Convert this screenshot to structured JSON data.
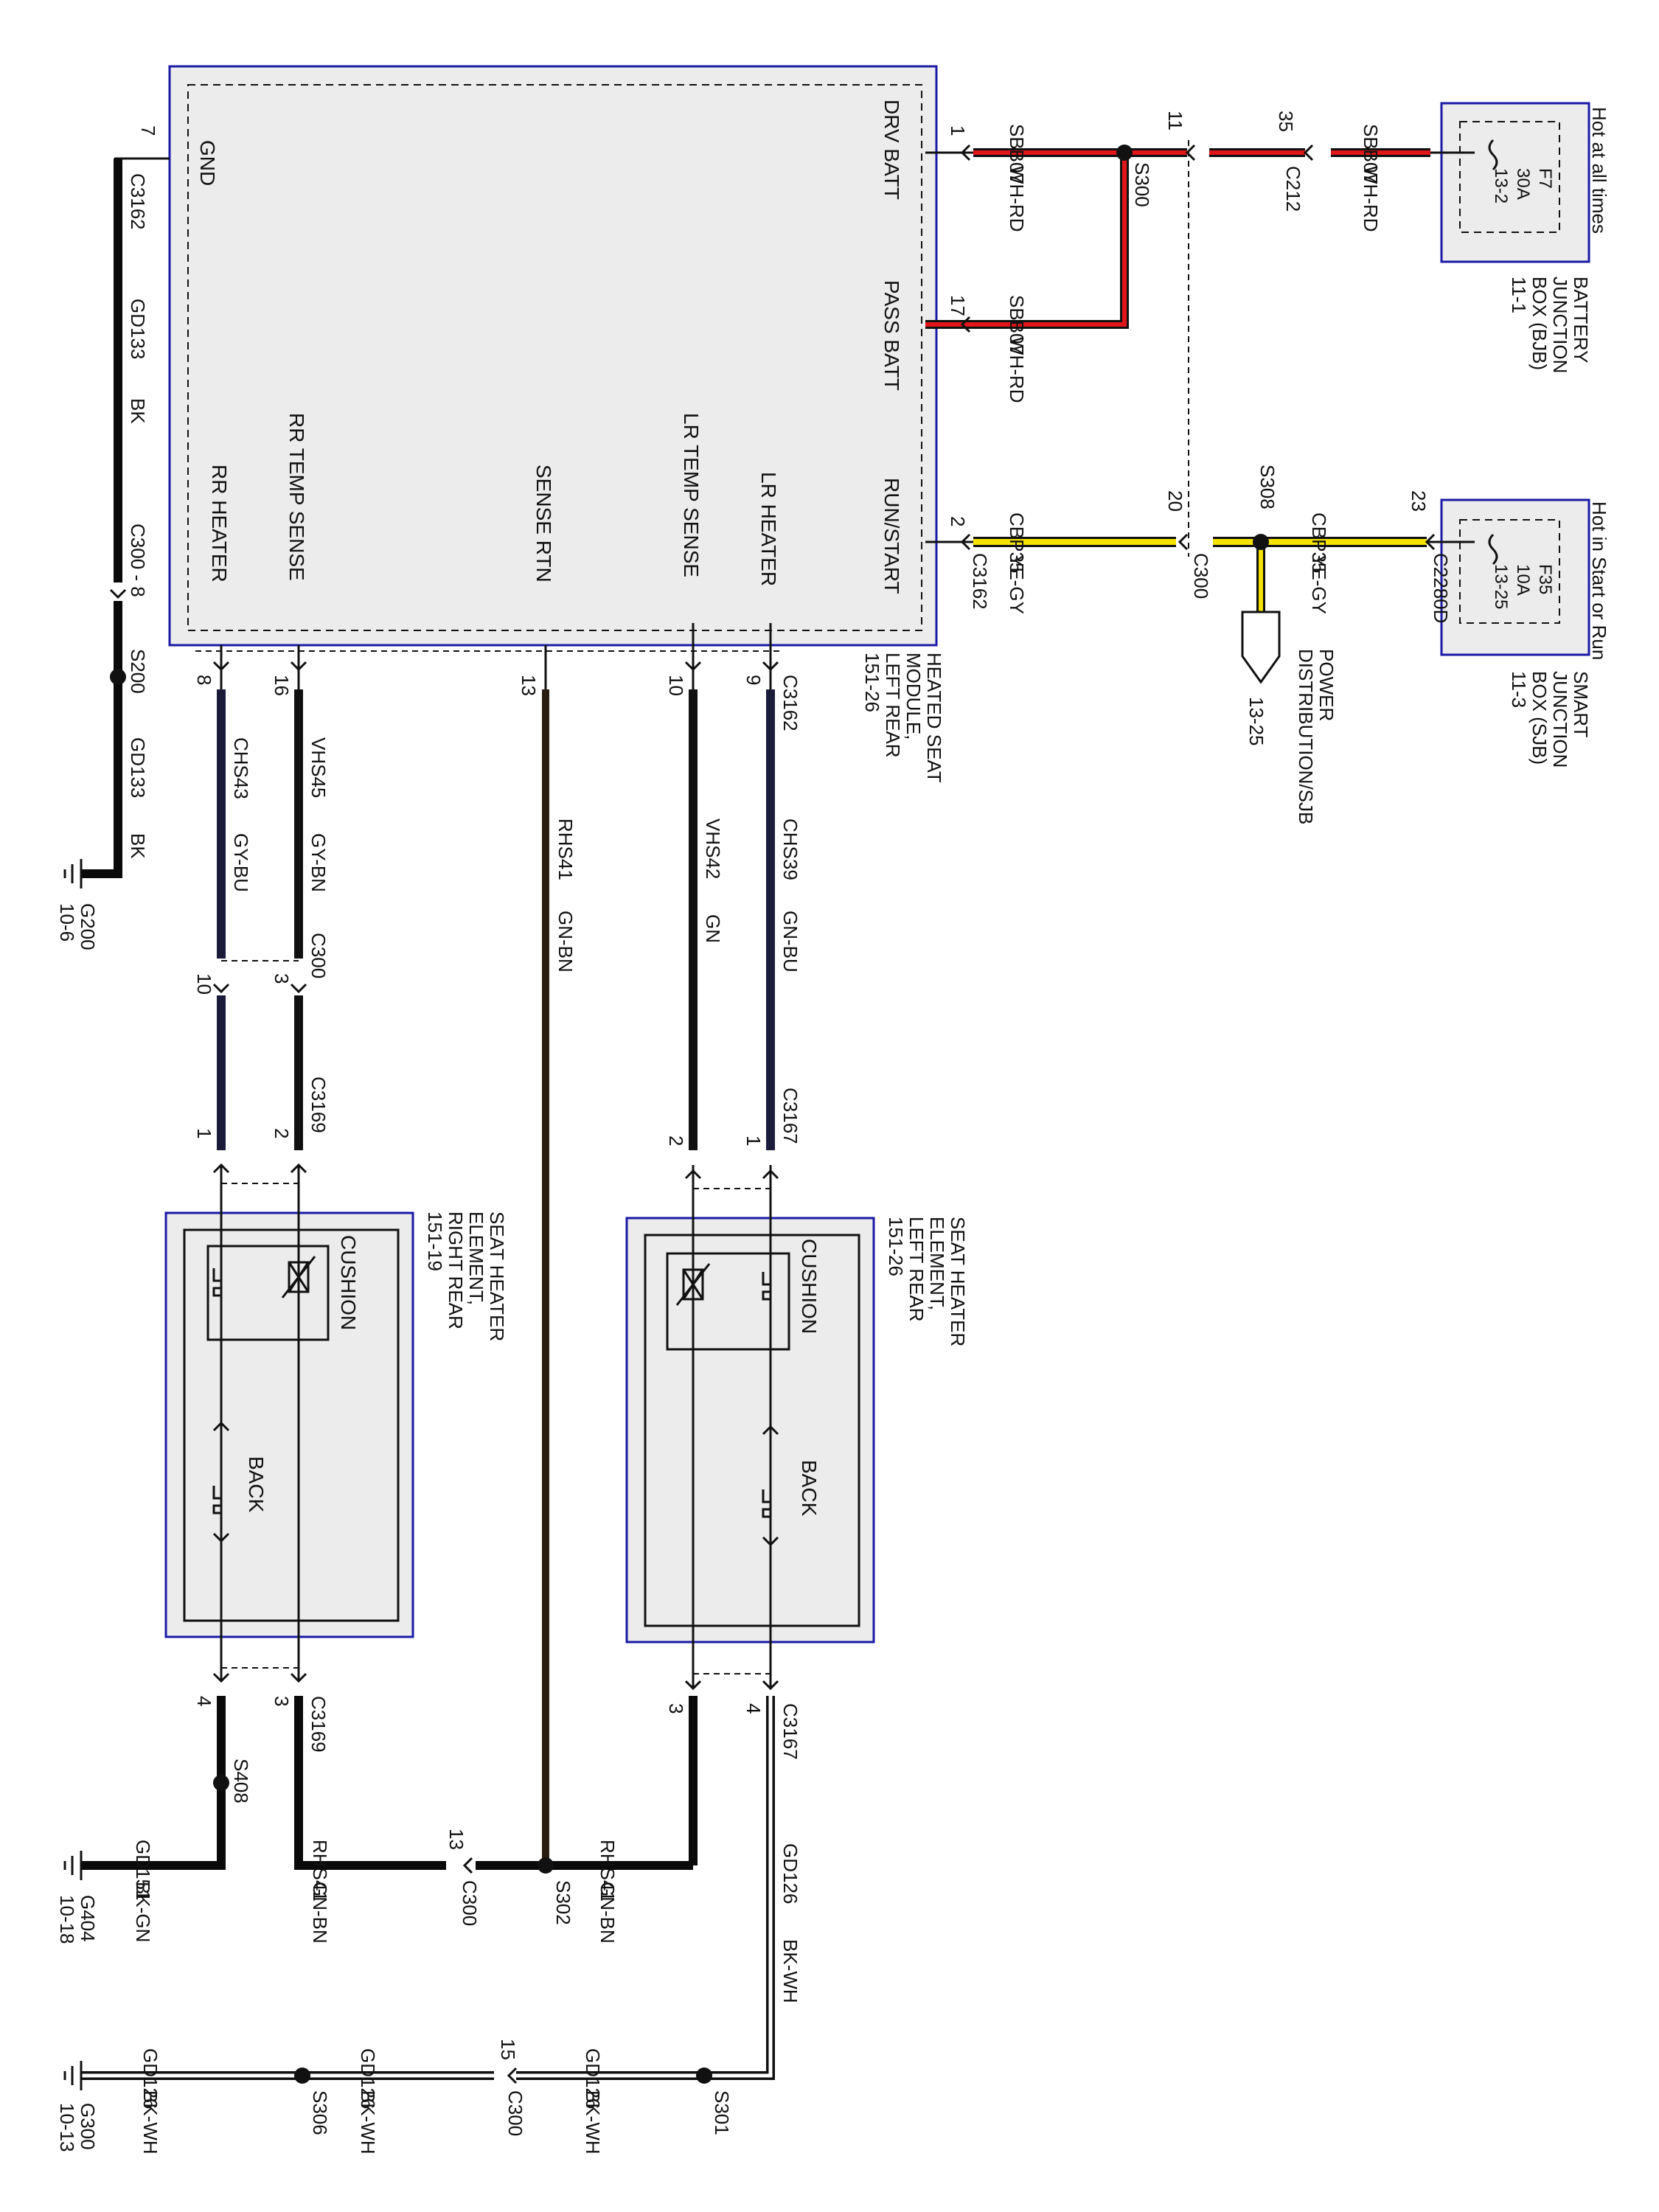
{
  "module": {
    "title_lines": [
      "HEATED SEAT",
      "MODULE,",
      "LEFT REAR",
      "151-26"
    ],
    "pins": {
      "gnd": "GND",
      "drv_batt": "DRV BATT",
      "pass_batt": "PASS BATT",
      "run_start": "RUN/START",
      "rr_heater": "RR HEATER",
      "rr_temp_sense": "RR TEMP SENSE",
      "sense_rtn": "SENSE RTN",
      "lr_temp_sense": "LR TEMP SENSE",
      "lr_heater": "LR HEATER"
    }
  },
  "bjb": {
    "title_lines": [
      "BATTERY",
      "JUNCTION",
      "BOX (BJB)",
      "11-1"
    ],
    "hot_text": "Hot at all times",
    "fuse_lines": [
      "F7",
      "30A",
      "13-2"
    ]
  },
  "sjb": {
    "title_lines": [
      "SMART",
      "JUNCTION",
      "BOX (SJB)",
      "11-3"
    ],
    "hot_text": "Hot in Start or Run",
    "fuse_lines": [
      "F35",
      "10A",
      "13-25"
    ]
  },
  "power_dist": {
    "lines": [
      "POWER",
      "DISTRIBUTION/SJB"
    ],
    "ref": "13-25"
  },
  "seat_lr": {
    "title_lines": [
      "SEAT HEATER",
      "ELEMENT,",
      "LEFT REAR",
      "151-26"
    ],
    "cushion": "CUSHION",
    "back": "BACK"
  },
  "seat_rr": {
    "title_lines": [
      "SEAT HEATER",
      "ELEMENT,",
      "RIGHT REAR",
      "151-19"
    ],
    "cushion": "CUSHION",
    "back": "BACK"
  },
  "connectors": {
    "c3162": "C3162",
    "c212": "C212",
    "c300": "C300",
    "c300_8": "C300 - 8",
    "c2280d": "C2280D",
    "c3169": "C3169",
    "c3167": "C3167"
  },
  "splices": {
    "s300": "S300",
    "s308": "S308",
    "s200": "S200",
    "s408": "S408",
    "s302": "S302",
    "s301": "S301",
    "s306": "S306"
  },
  "grounds": {
    "g200": [
      "G200",
      "10-6"
    ],
    "g404": [
      "G404",
      "10-18"
    ],
    "g300": [
      "G300",
      "10-13"
    ]
  },
  "pin_numbers": {
    "gnd": "7",
    "drv": "1",
    "pass": "17",
    "run": "2",
    "c212": "35",
    "c300_11": "11",
    "c300_20": "20",
    "sjb_23": "23",
    "m8": "8",
    "m16": "16",
    "m13": "13",
    "m10": "10",
    "m9": "9",
    "c300_10": "10",
    "c300_3": "3",
    "c3169_1": "1",
    "c3169_2": "2",
    "c3169_4": "4",
    "c3169_3": "3",
    "c3167_2": "2",
    "c3167_1": "1",
    "c3167_3": "3",
    "c3167_4": "4",
    "c300_13": "13",
    "c300_15": "15"
  },
  "wires": {
    "sbb07": "SBB07",
    "wh_rd": "WH-RD",
    "cbp35": "CBP35",
    "ye_gy": "YE-GY",
    "gd133": "GD133",
    "bk": "BK",
    "chs43": "CHS43",
    "gy_bu": "GY-BU",
    "vhs45": "VHS45",
    "gy_bn": "GY-BN",
    "rhs41": "RHS41",
    "gn_bn": "GN-BN",
    "vhs42": "VHS42",
    "gn": "GN",
    "chs39": "CHS39",
    "gn_bu": "GN-BU",
    "gd151": "GD151",
    "bk_gn": "BK-GN",
    "gd126": "GD126",
    "bk_wh": "BK-WH"
  },
  "colors": {
    "box_border": "#1a1aa6",
    "box_fill": "#ececec",
    "red": "#e0161a",
    "yellow": "#f4e300"
  }
}
